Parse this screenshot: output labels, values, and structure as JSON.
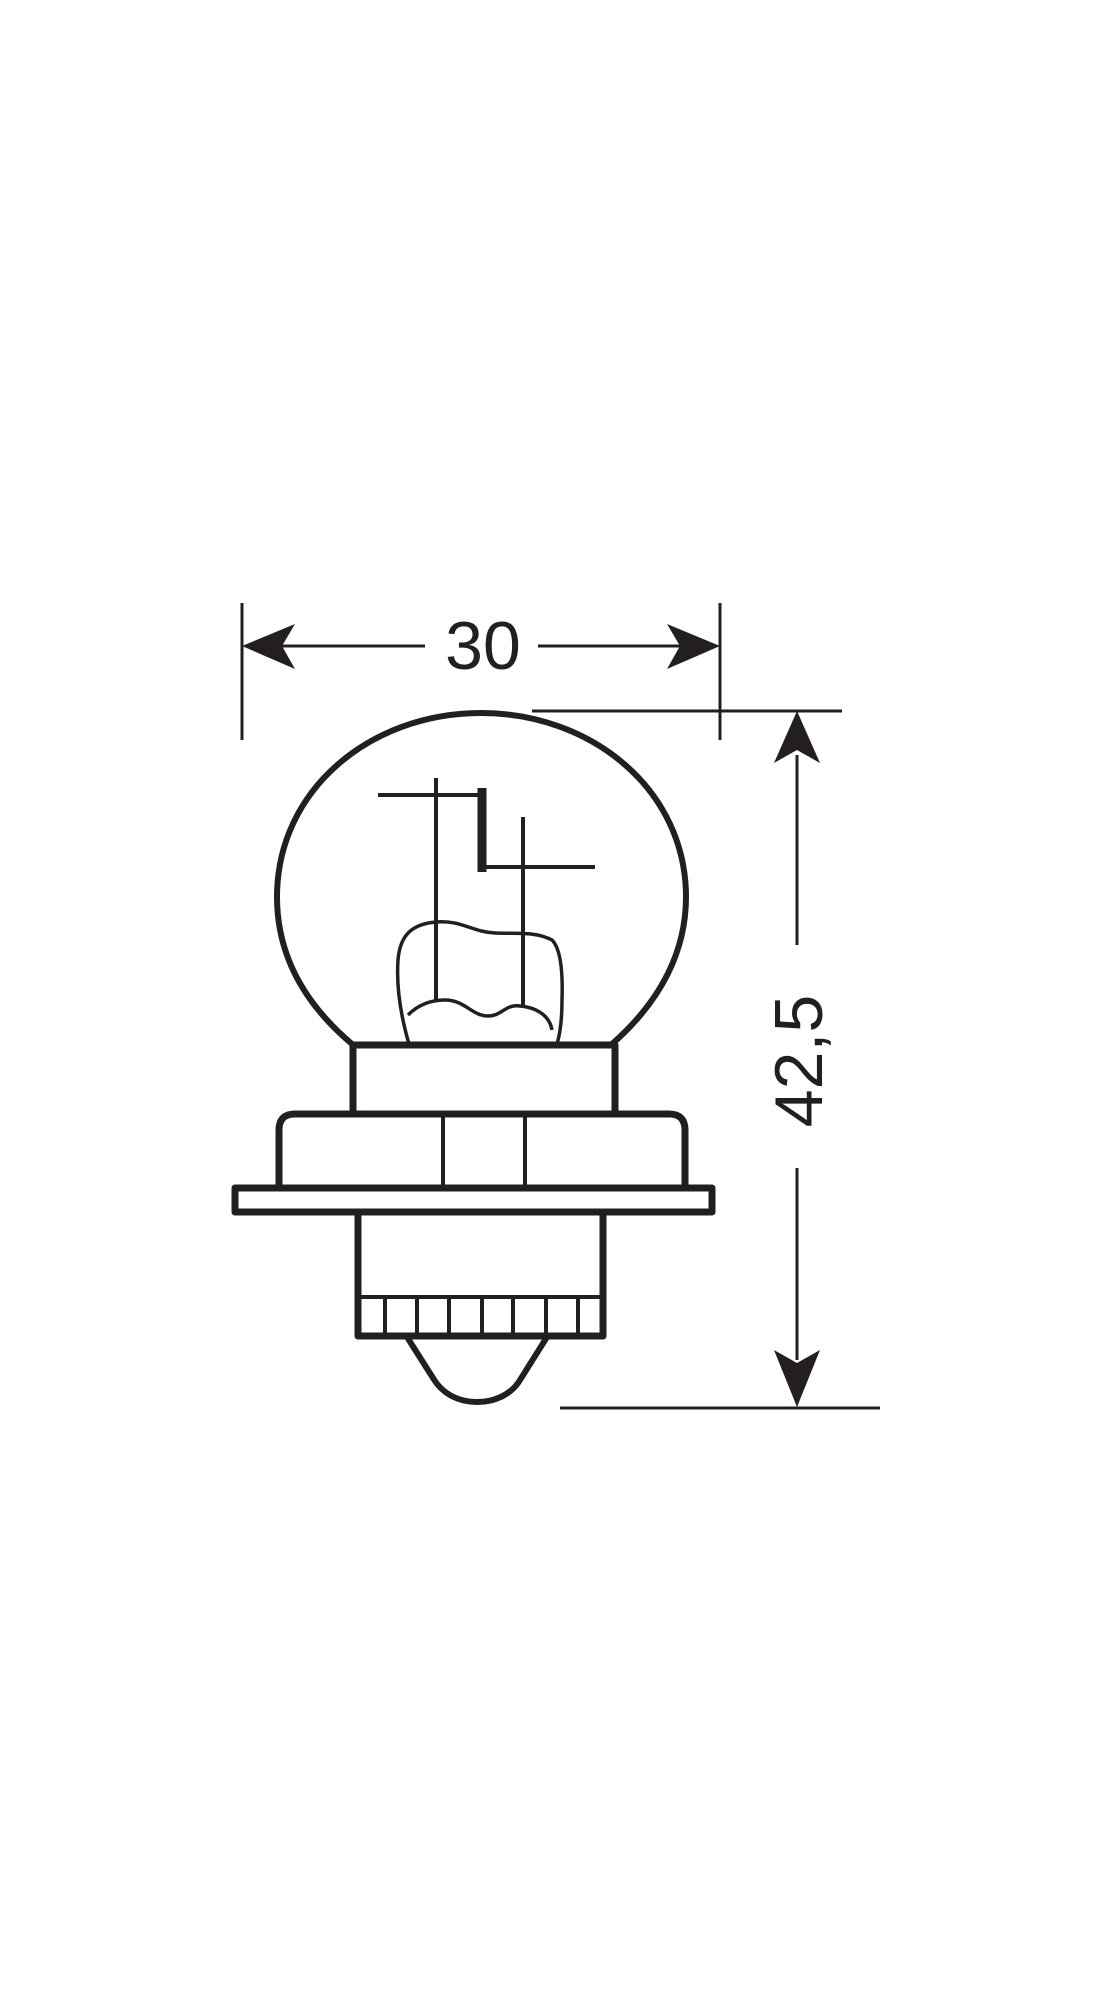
{
  "diagram": {
    "subject": "Automotive halogen bulb with P26s flanged base",
    "stroke_color": "#231f20",
    "background_color": "#ffffff",
    "dimensions": {
      "width_label": "30",
      "height_label": "42,5"
    }
  }
}
